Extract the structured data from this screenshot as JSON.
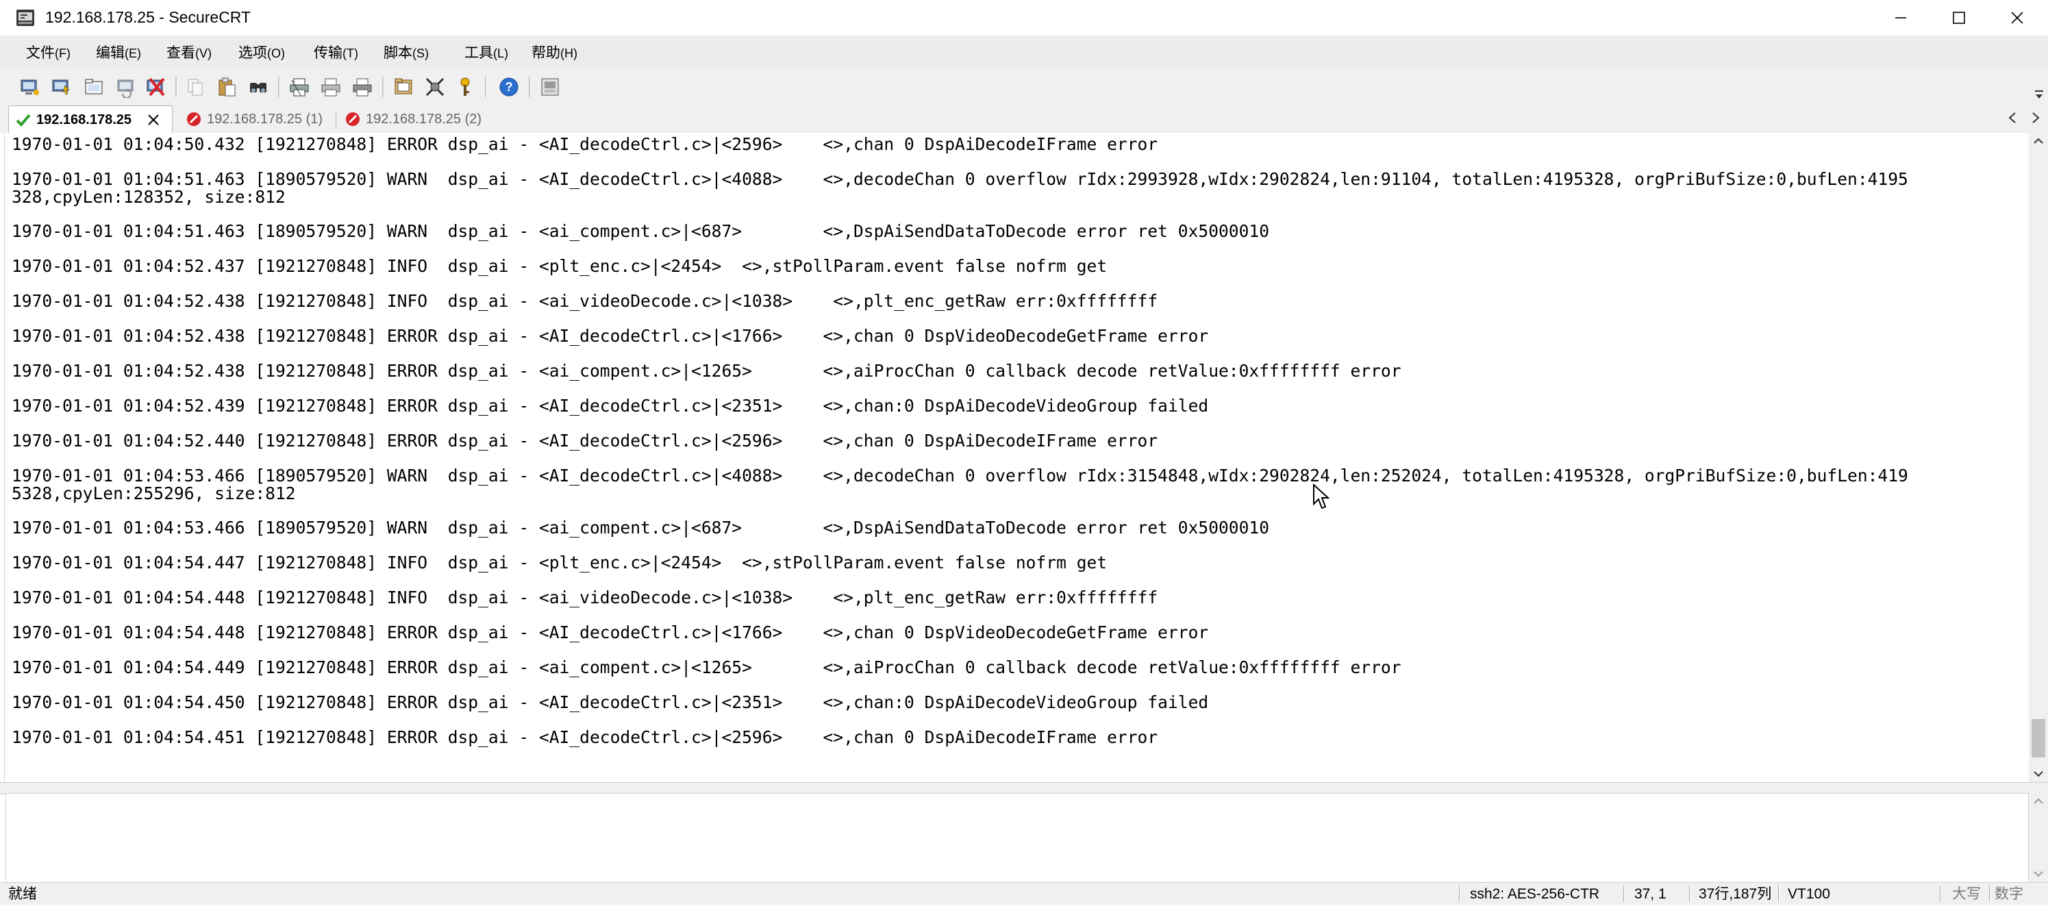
{
  "window": {
    "title": "192.168.178.25 - SecureCRT",
    "icon": "securecrt-app-icon",
    "controls": [
      "minimize-icon",
      "maximize-icon",
      "close-icon"
    ]
  },
  "menu": [
    {
      "label": "文件",
      "accel": "(F)"
    },
    {
      "label": "编辑",
      "accel": "(E)"
    },
    {
      "label": "查看",
      "accel": "(V)"
    },
    {
      "label": "选项",
      "accel": "(O)"
    },
    {
      "label": "传输",
      "accel": "(T)"
    },
    {
      "label": "脚本",
      "accel": "(S)"
    },
    {
      "label": "工具",
      "accel": "(L)"
    },
    {
      "label": "帮助",
      "accel": "(H)"
    }
  ],
  "toolbar": {
    "buttons": [
      "connect-icon",
      "quick-connect-icon",
      "connect-tab-icon",
      "reconnect-icon",
      "disconnect-icon",
      "copy-icon",
      "paste-icon",
      "find-icon",
      "print-icon",
      "print-selection-icon",
      "print-setup-icon",
      "session-options-icon",
      "global-options-icon",
      "key-icon",
      "help-icon",
      "map-keys-icon"
    ]
  },
  "tabs": [
    {
      "label": "192.168.178.25",
      "status": "connected",
      "active": true
    },
    {
      "label": "192.168.178.25 (1)",
      "status": "disconnected",
      "active": false
    },
    {
      "label": "192.168.178.25 (2)",
      "status": "disconnected",
      "active": false
    }
  ],
  "terminal": {
    "lines": [
      "1970-01-01 01:04:50.432 [1921270848] ERROR dsp_ai - <AI_decodeCtrl.c>|<2596>    <>,chan 0 DspAiDecodeIFrame error",
      "1970-01-01 01:04:51.463 [1890579520] WARN  dsp_ai - <AI_decodeCtrl.c>|<4088>    <>,decodeChan 0 overflow rIdx:2993928,wIdx:2902824,len:91104, totalLen:4195328, orgPriBufSize:0,bufLen:4195",
      "328,cpyLen:128352, size:812",
      "1970-01-01 01:04:51.463 [1890579520] WARN  dsp_ai - <ai_compent.c>|<687>        <>,DspAiSendDataToDecode error ret 0x5000010",
      "1970-01-01 01:04:52.437 [1921270848] INFO  dsp_ai - <plt_enc.c>|<2454>  <>,stPollParam.event false nofrm get",
      "1970-01-01 01:04:52.438 [1921270848] INFO  dsp_ai - <ai_videoDecode.c>|<1038>    <>,plt_enc_getRaw err:0xffffffff",
      "1970-01-01 01:04:52.438 [1921270848] ERROR dsp_ai - <AI_decodeCtrl.c>|<1766>    <>,chan 0 DspVideoDecodeGetFrame error",
      "1970-01-01 01:04:52.438 [1921270848] ERROR dsp_ai - <ai_compent.c>|<1265>       <>,aiProcChan 0 callback decode retValue:0xffffffff error",
      "1970-01-01 01:04:52.439 [1921270848] ERROR dsp_ai - <AI_decodeCtrl.c>|<2351>    <>,chan:0 DspAiDecodeVideoGroup failed",
      "1970-01-01 01:04:52.440 [1921270848] ERROR dsp_ai - <AI_decodeCtrl.c>|<2596>    <>,chan 0 DspAiDecodeIFrame error",
      "1970-01-01 01:04:53.466 [1890579520] WARN  dsp_ai - <AI_decodeCtrl.c>|<4088>    <>,decodeChan 0 overflow rIdx:3154848,wIdx:2902824,len:252024, totalLen:4195328, orgPriBufSize:0,bufLen:419",
      "5328,cpyLen:255296, size:812",
      "1970-01-01 01:04:53.466 [1890579520] WARN  dsp_ai - <ai_compent.c>|<687>        <>,DspAiSendDataToDecode error ret 0x5000010",
      "1970-01-01 01:04:54.447 [1921270848] INFO  dsp_ai - <plt_enc.c>|<2454>  <>,stPollParam.event false nofrm get",
      "1970-01-01 01:04:54.448 [1921270848] INFO  dsp_ai - <ai_videoDecode.c>|<1038>    <>,plt_enc_getRaw err:0xffffffff",
      "1970-01-01 01:04:54.448 [1921270848] ERROR dsp_ai - <AI_decodeCtrl.c>|<1766>    <>,chan 0 DspVideoDecodeGetFrame error",
      "1970-01-01 01:04:54.449 [1921270848] ERROR dsp_ai - <ai_compent.c>|<1265>       <>,aiProcChan 0 callback decode retValue:0xffffffff error",
      "1970-01-01 01:04:54.450 [1921270848] ERROR dsp_ai - <AI_decodeCtrl.c>|<2351>    <>,chan:0 DspAiDecodeVideoGroup failed",
      "1970-01-01 01:04:54.451 [1921270848] ERROR dsp_ai - <AI_decodeCtrl.c>|<2596>    <>,chan 0 DspAiDecodeIFrame error"
    ]
  },
  "statusbar": {
    "ready": "就绪",
    "cipher": "ssh2: AES-256-CTR",
    "cursor_pos": "37,  1",
    "size": "37行,187列",
    "emulation": "VT100",
    "caps": "大写",
    "num": "数字"
  },
  "colors": {
    "menubar_bg": "#ececec",
    "toolbar_bg": "#f0f0f0",
    "terminal_bg": "#ffffff",
    "terminal_fg": "#000000",
    "connected": "#2e9e2e",
    "disconnected": "#d8232a"
  }
}
